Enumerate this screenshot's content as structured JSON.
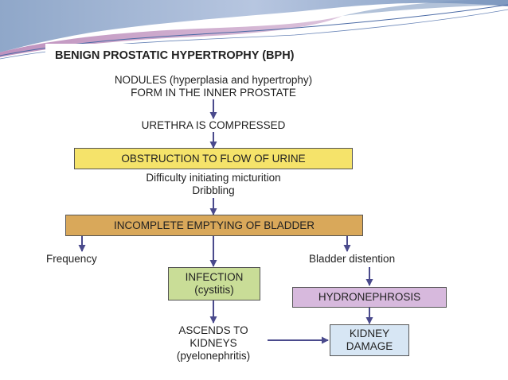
{
  "title": "BENIGN PROSTATIC HYPERTROPHY (BPH)",
  "nodules_line1": "NODULES (hyperplasia and hypertrophy)",
  "nodules_line2": "FORM IN THE INNER PROSTATE",
  "urethra": "URETHRA IS COMPRESSED",
  "obstruction": "OBSTRUCTION TO FLOW OF URINE",
  "difficulty_line1": "Difficulty initiating micturition",
  "difficulty_line2": "Dribbling",
  "incomplete": "INCOMPLETE EMPTYING OF BLADDER",
  "frequency": "Frequency",
  "infection_line1": "INFECTION",
  "infection_line2": "(cystitis)",
  "distention": "Bladder distention",
  "hydronephrosis": "HYDRONEPHROSIS",
  "ascends_line1": "ASCENDS TO",
  "ascends_line2": "KIDNEYS",
  "ascends_line3": "(pyelonephritis)",
  "kidney_line1": "KIDNEY",
  "kidney_line2": "DAMAGE",
  "colors": {
    "obstruction_fill": "#f5e36a",
    "incomplete_fill": "#d9a85a",
    "infection_fill": "#c9dd97",
    "hydronephrosis_fill": "#d7b9dd",
    "kidney_fill": "#d7e6f4",
    "arrow": "#4a4a8c"
  }
}
